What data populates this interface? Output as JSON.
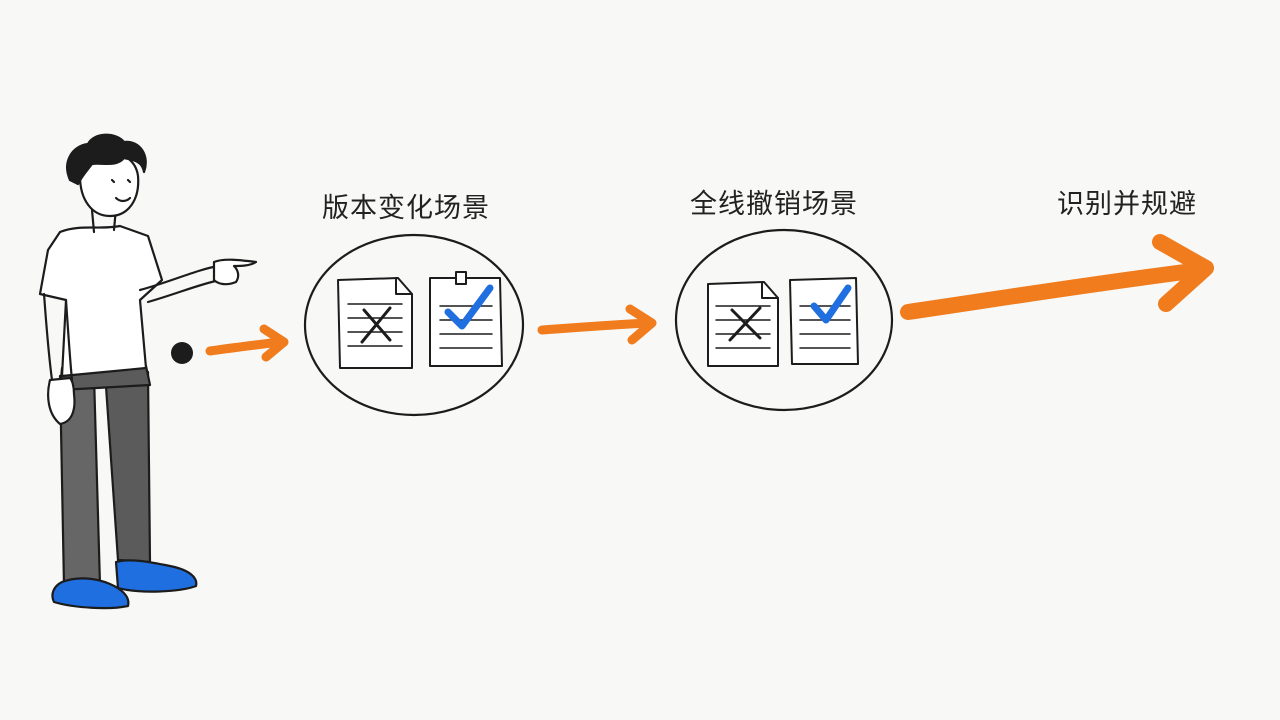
{
  "steps": [
    {
      "label": "版本变化场景"
    },
    {
      "label": "全线撤销场景"
    },
    {
      "label": "识别并规避"
    }
  ],
  "colors": {
    "arrow": "#f07c1e",
    "check": "#1f6fe0",
    "ink": "#1c1c1c",
    "shirt": "#ffffff",
    "pants": "#5b5b5b",
    "shoes": "#1f6fe0",
    "background": "#f8f8f7"
  },
  "icons": [
    "person-icon",
    "document-rejected-icon",
    "document-approved-icon",
    "arrow-right-icon",
    "start-dot-icon"
  ]
}
